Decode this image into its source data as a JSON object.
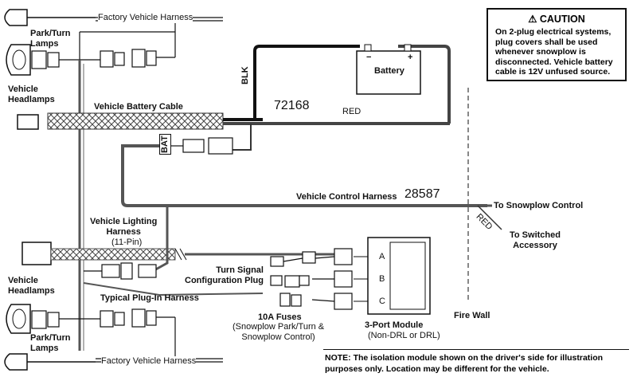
{
  "labels": {
    "factory_harness_top": "Factory Vehicle Harness",
    "factory_harness_bottom": "Factory Vehicle Harness",
    "park_turn_top": "Park/Turn\nLamps",
    "park_turn_bottom": "Park/Turn\nLamps",
    "vehicle_headlamps_top": "Vehicle\nHeadlamps",
    "vehicle_headlamps_bottom": "Vehicle\nHeadlamps",
    "vehicle_battery_cable": "Vehicle Battery Cable",
    "blk": "BLK",
    "red_top": "RED",
    "red_side": "RED",
    "part_72168": "72168",
    "battery": "Battery",
    "battery_minus": "−",
    "battery_plus": "+",
    "bat": "BAT",
    "vehicle_control_harness": "Vehicle Control Harness",
    "part_28587": "28587",
    "to_snowplow_control": "To Snowplow Control",
    "to_switched_accessory": "To Switched\nAccessory",
    "vehicle_lighting_harness": "Vehicle Lighting\nHarness",
    "eleven_pin": "(11-Pin)",
    "turn_signal_plug": "Turn Signal\nConfiguration Plug",
    "typical_plug_in": "Typical Plug-In Harness",
    "fuses": "10A Fuses",
    "fuses_note": "(Snowplow Park/Turn &\nSnowplow Control)",
    "module": "3-Port Module",
    "module_note": "(Non-DRL or DRL)",
    "fire_wall": "Fire Wall",
    "port_a": "A",
    "port_b": "B",
    "port_c": "C"
  },
  "caution": {
    "title": "⚠ CAUTION",
    "body": "On 2-plug electrical systems, plug covers shall be used whenever snowplow is disconnected. Vehicle battery cable is 12V unfused source."
  },
  "note": "NOTE: The isolation module shown on the driver's side for illustration purposes only. Location may be different for the vehicle."
}
